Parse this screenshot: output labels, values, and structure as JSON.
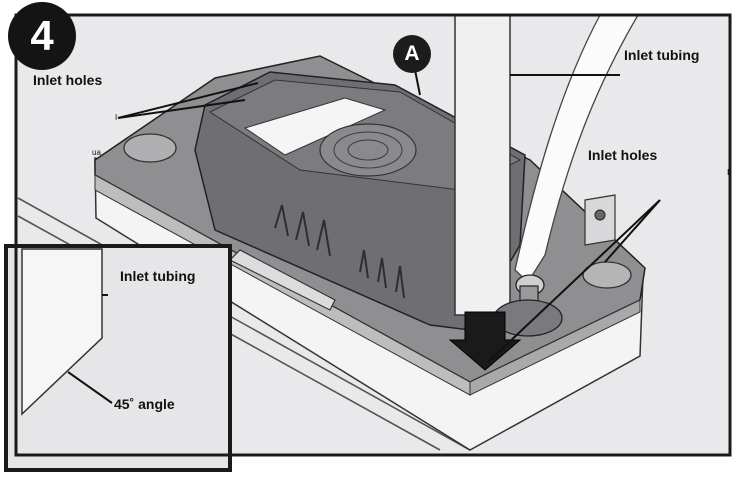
{
  "step": {
    "number": "4"
  },
  "callout": {
    "letter": "A"
  },
  "labels": {
    "inlet_holes_left": "Inlet holes",
    "inlet_tubing_right": "Inlet tubing",
    "inlet_holes_right": "Inlet holes",
    "inlet_tubing_inset": "Inlet tubing",
    "angle_inset": "45˚ angle"
  },
  "tiny_marks": {
    "mark_a": "ua",
    "mark_b": "I",
    "mark_c": "I"
  }
}
